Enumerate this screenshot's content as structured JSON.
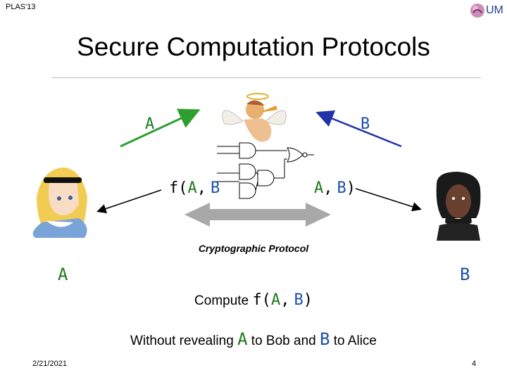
{
  "header": {
    "label": "PLAS'13",
    "logo_text": "UM"
  },
  "title": "Secure Computation Protocols",
  "inputs": {
    "alice_input": "A",
    "bob_input": "B"
  },
  "outputs": {
    "left": {
      "prefix": "f(",
      "a": "A",
      "sep": ",",
      "b": "B"
    },
    "right": {
      "a": "A",
      "sep": ",",
      "b": "B",
      "suffix": ")"
    }
  },
  "protocol_label": "Cryptographic Protocol",
  "parties": {
    "alice": "A",
    "bob": "B"
  },
  "compute": {
    "prefix": "Compute",
    "f_open": "f(",
    "a": "A",
    "sep": ",",
    "b": "B",
    "f_close": ")"
  },
  "without": {
    "part1": "Without revealing",
    "a": "A",
    "part2": "to Bob and",
    "b": "B",
    "part3": "to Alice"
  },
  "footer": {
    "date": "2/21/2021",
    "page": "4"
  },
  "colors": {
    "alice": "#1a7a1a",
    "bob": "#1f4ea8",
    "green_arrow": "#2e9e2e",
    "blue_arrow": "#2233aa",
    "protocol_arrow": "#a8a8a8"
  },
  "icons": [
    "um-logo-icon",
    "angel-icon",
    "circuit-icon",
    "alice-icon",
    "bob-icon"
  ]
}
